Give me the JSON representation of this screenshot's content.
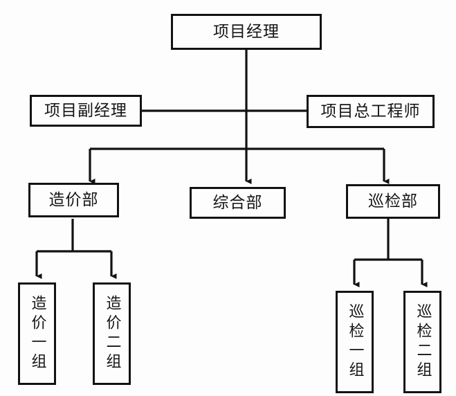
{
  "diagram": {
    "type": "organization-chart",
    "orientation": "top-down",
    "background_color": "#fdfdfd",
    "line_color": "#121212",
    "text_color": "#151515",
    "levels": [
      {
        "level": 1,
        "nodes": [
          {
            "id": "project-manager",
            "label": "项目经理",
            "text_orientation": "horizontal"
          }
        ]
      },
      {
        "level": 2,
        "nodes": [
          {
            "id": "deputy-project-manager",
            "label": "项目副经理",
            "text_orientation": "horizontal"
          },
          {
            "id": "chief-engineer",
            "label": "项目总工程师",
            "text_orientation": "horizontal"
          }
        ]
      },
      {
        "level": 3,
        "nodes": [
          {
            "id": "cost-department",
            "label": "造价部",
            "text_orientation": "horizontal"
          },
          {
            "id": "general-department",
            "label": "综合部",
            "text_orientation": "horizontal"
          },
          {
            "id": "inspection-department",
            "label": "巡检部",
            "text_orientation": "horizontal"
          }
        ]
      },
      {
        "level": 4,
        "nodes": [
          {
            "id": "cost-group-one",
            "label": "造价一组",
            "text_orientation": "vertical"
          },
          {
            "id": "cost-group-two",
            "label": "造价二组",
            "text_orientation": "vertical"
          },
          {
            "id": "inspection-group-one",
            "label": "巡检一组",
            "text_orientation": "vertical"
          },
          {
            "id": "inspection-group-two",
            "label": "巡检二组",
            "text_orientation": "vertical"
          }
        ]
      }
    ],
    "connections": [
      {
        "from": "project-manager",
        "to": "general-department",
        "style": "arrow"
      },
      {
        "from": "project-manager",
        "to": "deputy-project-manager",
        "style": "plain"
      },
      {
        "from": "project-manager",
        "to": "chief-engineer",
        "style": "plain"
      },
      {
        "from": "project-manager",
        "to": "cost-department",
        "style": "arrow"
      },
      {
        "from": "project-manager",
        "to": "inspection-department",
        "style": "arrow"
      },
      {
        "from": "cost-department",
        "to": "cost-group-one",
        "style": "arrow"
      },
      {
        "from": "cost-department",
        "to": "cost-group-two",
        "style": "arrow"
      },
      {
        "from": "inspection-department",
        "to": "inspection-group-one",
        "style": "arrow"
      },
      {
        "from": "inspection-department",
        "to": "inspection-group-two",
        "style": "arrow"
      }
    ]
  }
}
